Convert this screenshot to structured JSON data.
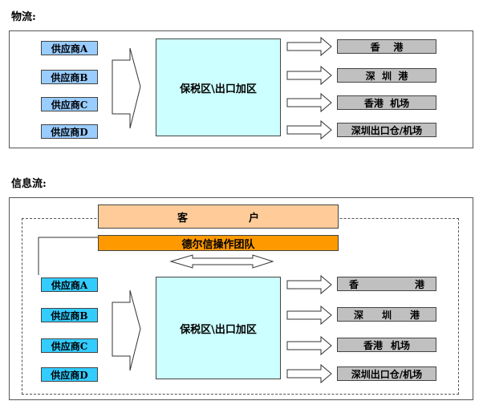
{
  "logistics": {
    "title": "物流:",
    "suppliers": [
      "供应商A",
      "供应商B",
      "供应商C",
      "供应商D"
    ],
    "hub": "保税区\\出口加区",
    "destinations": [
      "香    港",
      "深  圳  港",
      "香港  机场",
      "深圳出口仓/机场"
    ]
  },
  "info": {
    "title": "信息流:",
    "client_a": "客",
    "client_b": "户",
    "team": "德尔信操作团队",
    "suppliers": [
      "供应商A",
      "供应商B",
      "供应商C",
      "供应商D"
    ],
    "hub": "保税区\\出口加区",
    "destinations_a": [
      "香",
      "深",
      "香港",
      "深圳出口仓/机场"
    ],
    "destinations_b": [
      "港",
      "圳",
      "机场",
      ""
    ],
    "destinations_c": [
      "",
      "港",
      "",
      ""
    ]
  }
}
